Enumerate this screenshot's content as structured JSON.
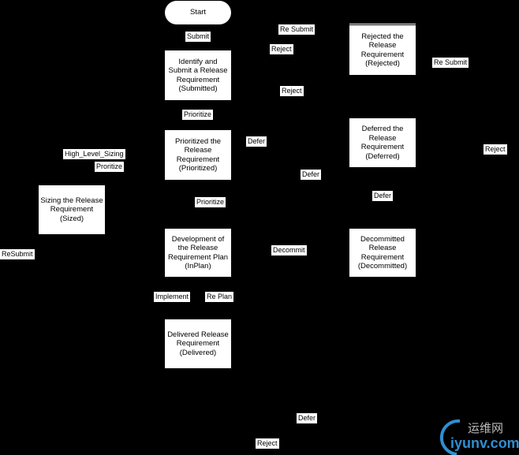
{
  "states": {
    "start": "Start",
    "submitted": "Identify and\nSubmit a Release\nRequirement\n(Submitted)",
    "prioritized": "Prioritized the\nRelease\nRequirement\n(Prioritized)",
    "sized": "Sizing the Release\nRequirement\n(Sized)",
    "inplan": "Development of\nthe Release\nRequirement Plan\n(InPlan)",
    "delivered": "Delivered Release\nRequirement\n(Delivered)",
    "rejected": "Rejected the\nRelease\nRequirement\n(Rejected)",
    "deferred": "Deferred the\nRelease\nRequirement\n(Deferred)",
    "decommitted": "Decommitted\nRelease\nRequirement\n(Decommitted)"
  },
  "transitions": {
    "submit": "Submit",
    "prioritize1": "Prioritize",
    "defer1": "Defer",
    "high_level_sizing": "High_Level_Sizing",
    "proritize": "Proritize",
    "prioritize2": "Prioritize",
    "resubmit_left": "ReSubmit",
    "decommit": "Decommit",
    "implement": "Implement",
    "replan": "Re Plan",
    "defer_bottom": "Defer",
    "reject_bottom": "Reject",
    "resubmit_top": "Re Submit",
    "reject_top": "Reject",
    "resubmit_right": "Re Submit",
    "reject_mid": "Reject",
    "defer_mid": "Defer",
    "defer_low": "Defer",
    "reject_right": "Reject"
  },
  "watermark": {
    "cn": "运维网",
    "en": "iyunv.com"
  }
}
